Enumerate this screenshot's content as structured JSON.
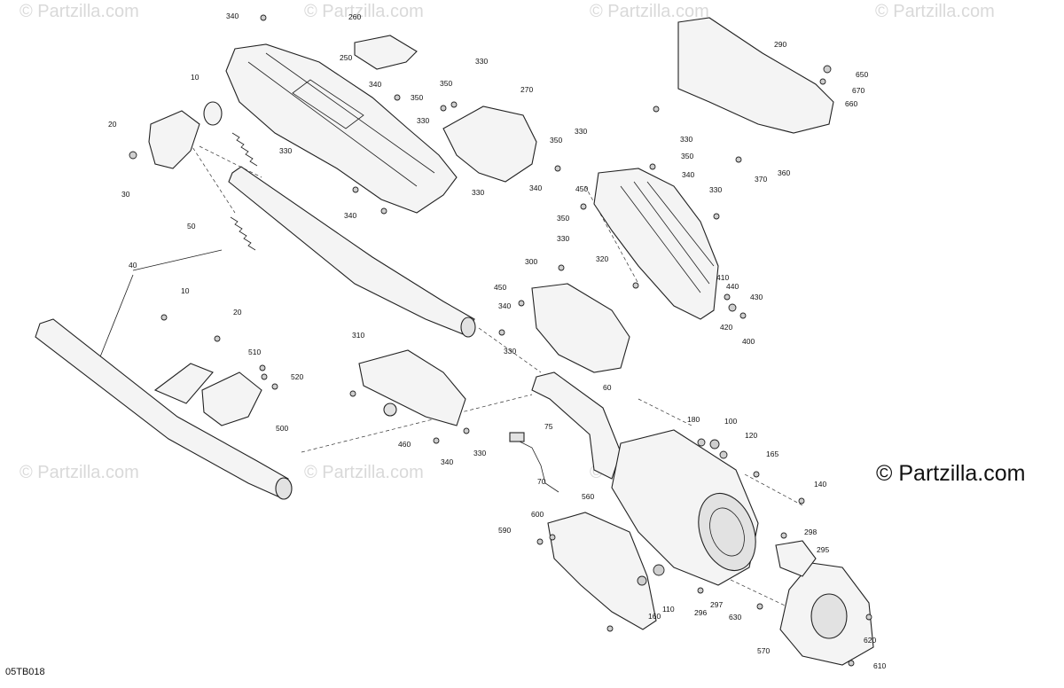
{
  "watermark_text": "© Partzilla.com",
  "watermark_main": "© Partzilla.com",
  "diagram_code": "05TB018",
  "callouts": [
    "340",
    "260",
    "250",
    "10",
    "20",
    "30",
    "50",
    "40",
    "330",
    "340",
    "350",
    "330",
    "270",
    "330",
    "290",
    "650",
    "670",
    "660",
    "370",
    "360",
    "350",
    "330",
    "340",
    "330",
    "350",
    "340",
    "450",
    "330",
    "350",
    "330",
    "320",
    "340",
    "350",
    "330",
    "300",
    "450",
    "340",
    "330",
    "410",
    "440",
    "430",
    "420",
    "400",
    "310",
    "460",
    "340",
    "330",
    "60",
    "75",
    "70",
    "180",
    "100",
    "120",
    "165",
    "140",
    "10",
    "20",
    "510",
    "520",
    "500",
    "560",
    "600",
    "590",
    "298",
    "295",
    "160",
    "110",
    "296",
    "297",
    "630",
    "620",
    "570",
    "610"
  ]
}
